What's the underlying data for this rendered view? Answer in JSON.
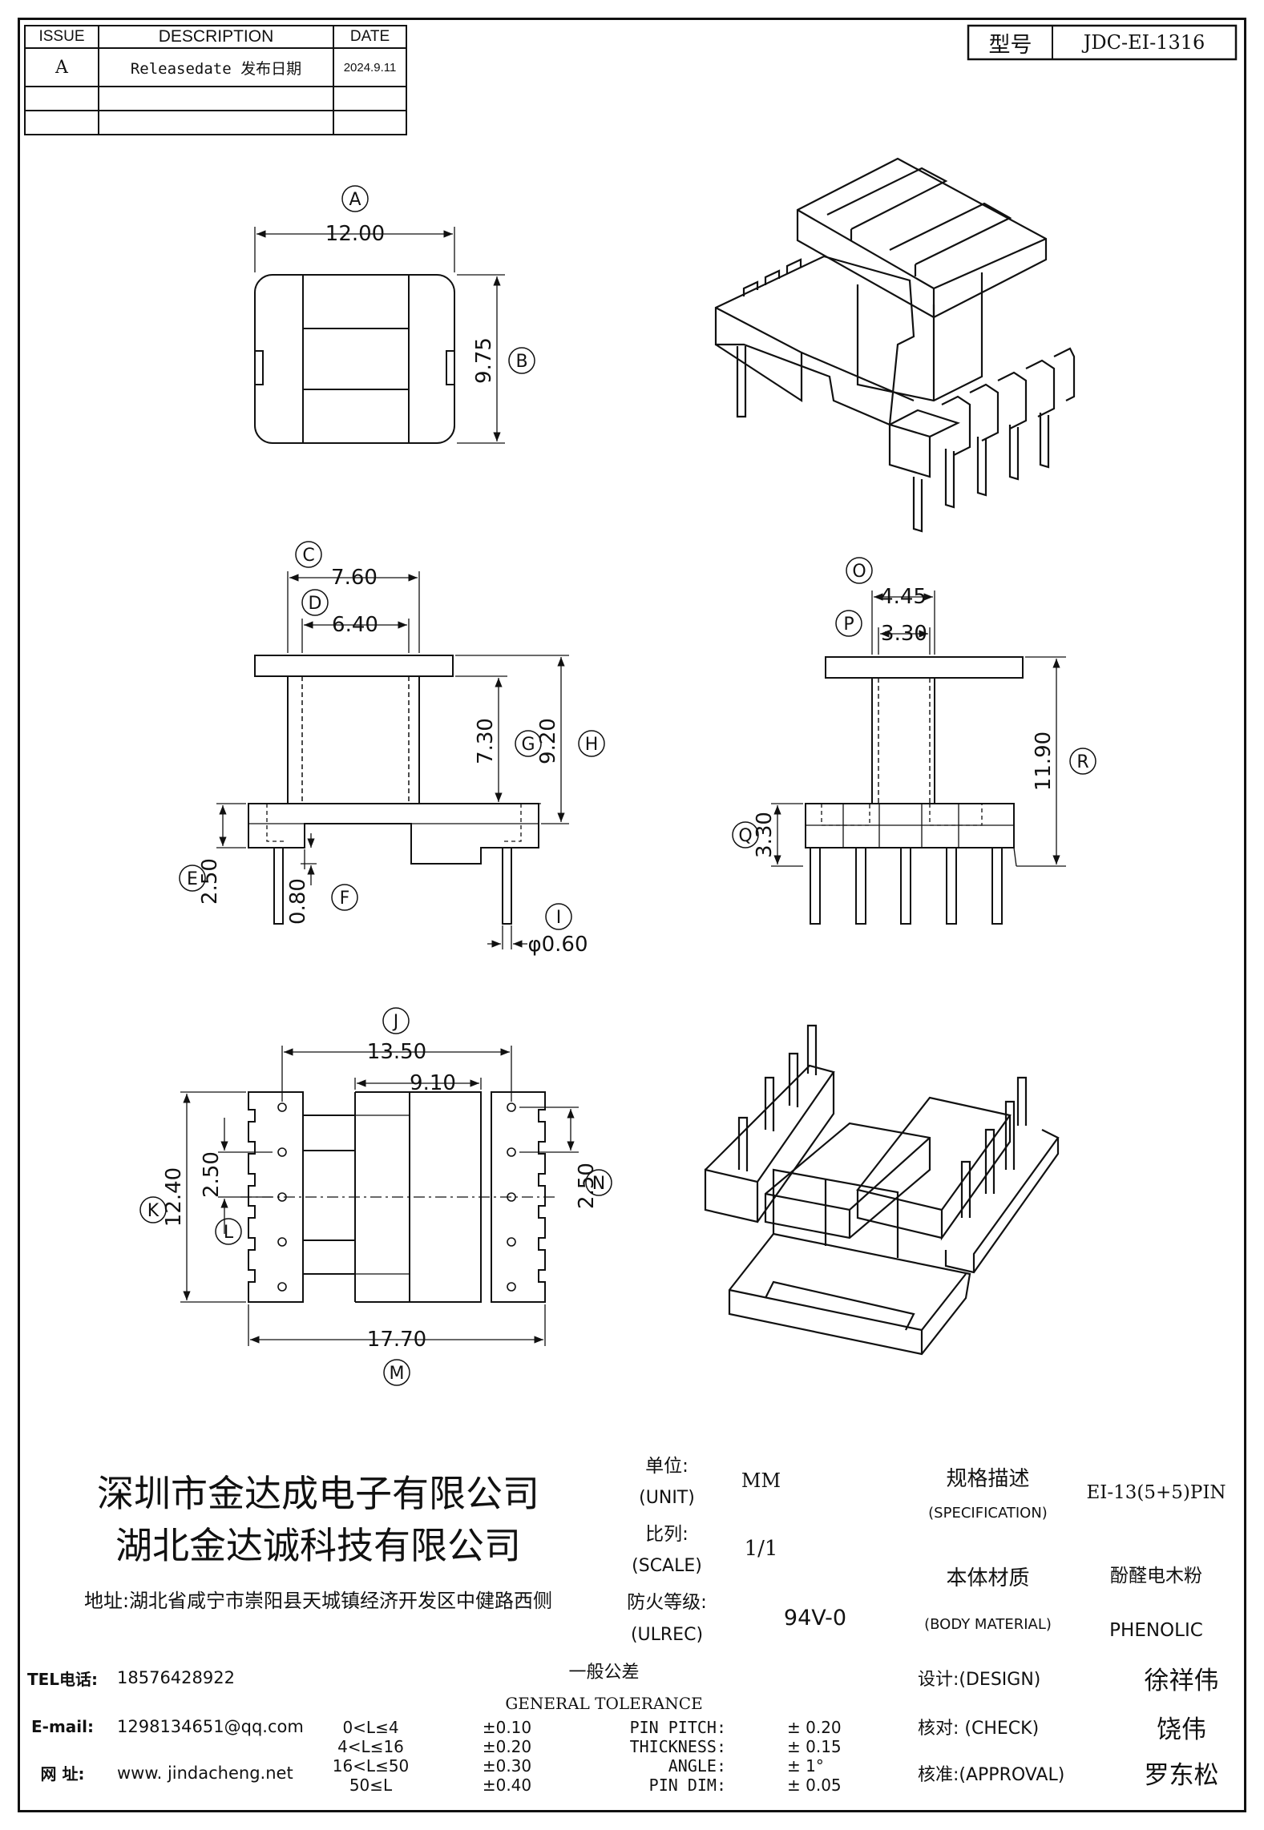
{
  "revision_table": {
    "headers": {
      "issue": "ISSUE",
      "description": "DESCRIPTION",
      "date": "DATE"
    },
    "rows": [
      {
        "issue": "A",
        "description": "Releasedate 发布日期",
        "date": "2024.9.11"
      }
    ]
  },
  "model_box": {
    "label": "型号",
    "value": "JDC-EI-1316"
  },
  "dimensions": {
    "A": "12.00",
    "B": "9.75",
    "C": "7.60",
    "D": "6.40",
    "G": "7.30",
    "H": "9.20",
    "E": "2.50",
    "F": "0.80",
    "I": "φ0.60",
    "O": "4.45",
    "P": "3.30",
    "R": "11.90",
    "Q": "3.30",
    "J": "13.50",
    "dim_910": "9.10",
    "K": "12.40",
    "L": "2.50",
    "N": "2.50",
    "M": "17.70"
  },
  "callouts": [
    "A",
    "B",
    "C",
    "D",
    "E",
    "F",
    "G",
    "H",
    "I",
    "O",
    "P",
    "Q",
    "R",
    "J",
    "K",
    "L",
    "M",
    "N"
  ],
  "company": {
    "name_1": "深圳市金达成电子有限公司",
    "name_2": "湖北金达诚科技有限公司",
    "address": "地址:湖北省咸宁市崇阳县天城镇经济开发区中健路西侧"
  },
  "title_block": {
    "unit_label": "单位:",
    "unit_label_en": "(UNIT)",
    "unit_value": "MM",
    "scale_label": "比列:",
    "scale_label_en": "(SCALE)",
    "scale_value": "1/1",
    "fire_label": "防火等级:",
    "fire_label_en": "(ULREC)",
    "fire_value": "94V-0",
    "spec_label": "规格描述",
    "spec_label_en": "(SPECIFICATION)",
    "spec_value": "EI-13(5+5)PIN",
    "material_label": "本体材质",
    "material_label_en": "(BODY MATERIAL)",
    "material_value_cn": "酚醛电木粉",
    "material_value_en": "PHENOLIC"
  },
  "contact": {
    "tel_label": "TEL电话:",
    "tel": "18576428922",
    "email_label": "E-mail:",
    "email": "1298134651@qq.com",
    "web_label": "网  址:",
    "web": "www. jindacheng.net"
  },
  "tolerance": {
    "title_cn": "一般公差",
    "title_en": "GENERAL TOLERANCE",
    "ranges": [
      {
        "range": "0<L≤4",
        "tol": "±0.10"
      },
      {
        "range": "4<L≤16",
        "tol": "±0.20"
      },
      {
        "range": "16<L≤50",
        "tol": "±0.30"
      },
      {
        "range": "50≤L",
        "tol": "±0.40"
      }
    ],
    "specs": [
      {
        "name": "PIN PITCH:",
        "value": "±  0.20"
      },
      {
        "name": "THICKNESS:",
        "value": "±  0.15"
      },
      {
        "name": "ANGLE:",
        "value": "±  1°"
      },
      {
        "name": "PIN DIM:",
        "value": "±  0.05"
      }
    ]
  },
  "signoff": [
    {
      "label": "设计:(DESIGN)",
      "name": "徐祥伟"
    },
    {
      "label": "核对: (CHECK)",
      "name": "饶伟"
    },
    {
      "label": "核准:(APPROVAL)",
      "name": "罗东松"
    }
  ]
}
